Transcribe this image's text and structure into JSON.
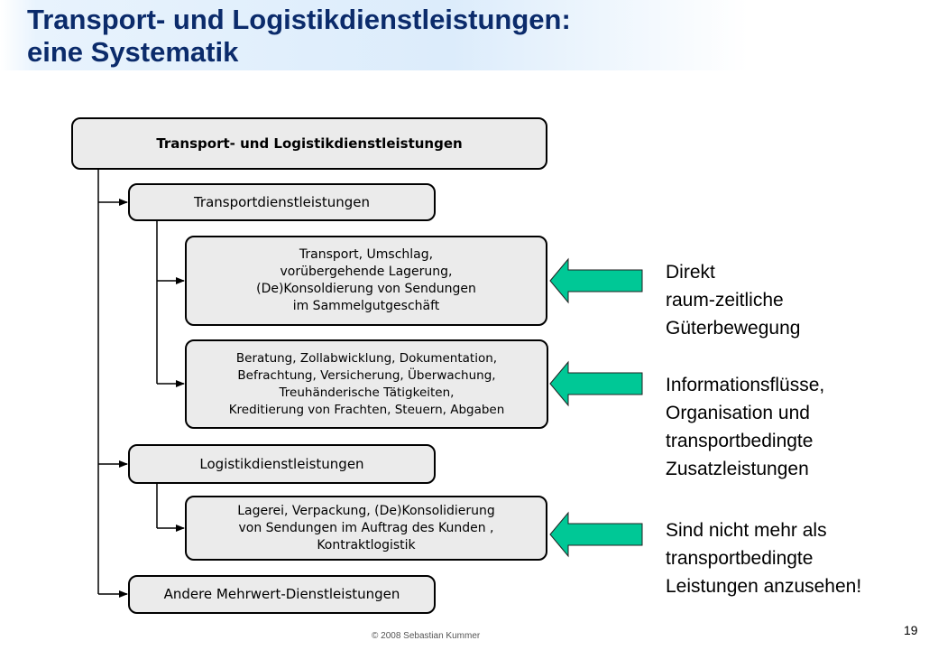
{
  "title": {
    "line1": "Transport- und Logistikdienstleistungen:",
    "line2": "eine Systematik"
  },
  "diagram": {
    "root": "Transport- und Logistikdienstleistungen",
    "transport": {
      "label": "Transportdienstleistungen",
      "child1": [
        "Transport, Umschlag,",
        "vorübergehende Lagerung,",
        "(De)Konsoldierung von Sendungen",
        "im Sammelgutgeschäft"
      ],
      "child2": [
        "Beratung, Zollabwicklung, Dokumentation,",
        "Befrachtung, Versicherung, Überwachung,",
        "Treuhänderische Tätigkeiten,",
        "Kreditierung von Frachten, Steuern, Abgaben"
      ]
    },
    "logistik": {
      "label": "Logistikdienstleistungen",
      "child1": [
        "Lagerei, Verpackung, (De)Konsolidierung",
        "von Sendungen im Auftrag des Kunden ,",
        "Kontraktlogistik"
      ]
    },
    "andere": "Andere Mehrwert-Dienstleistungen"
  },
  "descriptions": [
    [
      "Direkt",
      "raum-zeitliche",
      "Güterbewegung"
    ],
    [
      "Informationsflüsse,",
      "Organisation und",
      "transportbedingte",
      "Zusatzleistungen"
    ],
    [
      "Sind nicht mehr als",
      "transportbedingte",
      "Leistungen anzusehen!"
    ]
  ],
  "footer": "© 2008 Sebastian Kummer",
  "page_number": "19",
  "colors": {
    "arrow": "#00c896",
    "box_fill": "#ebebeb",
    "title": "#0b2b6b"
  }
}
